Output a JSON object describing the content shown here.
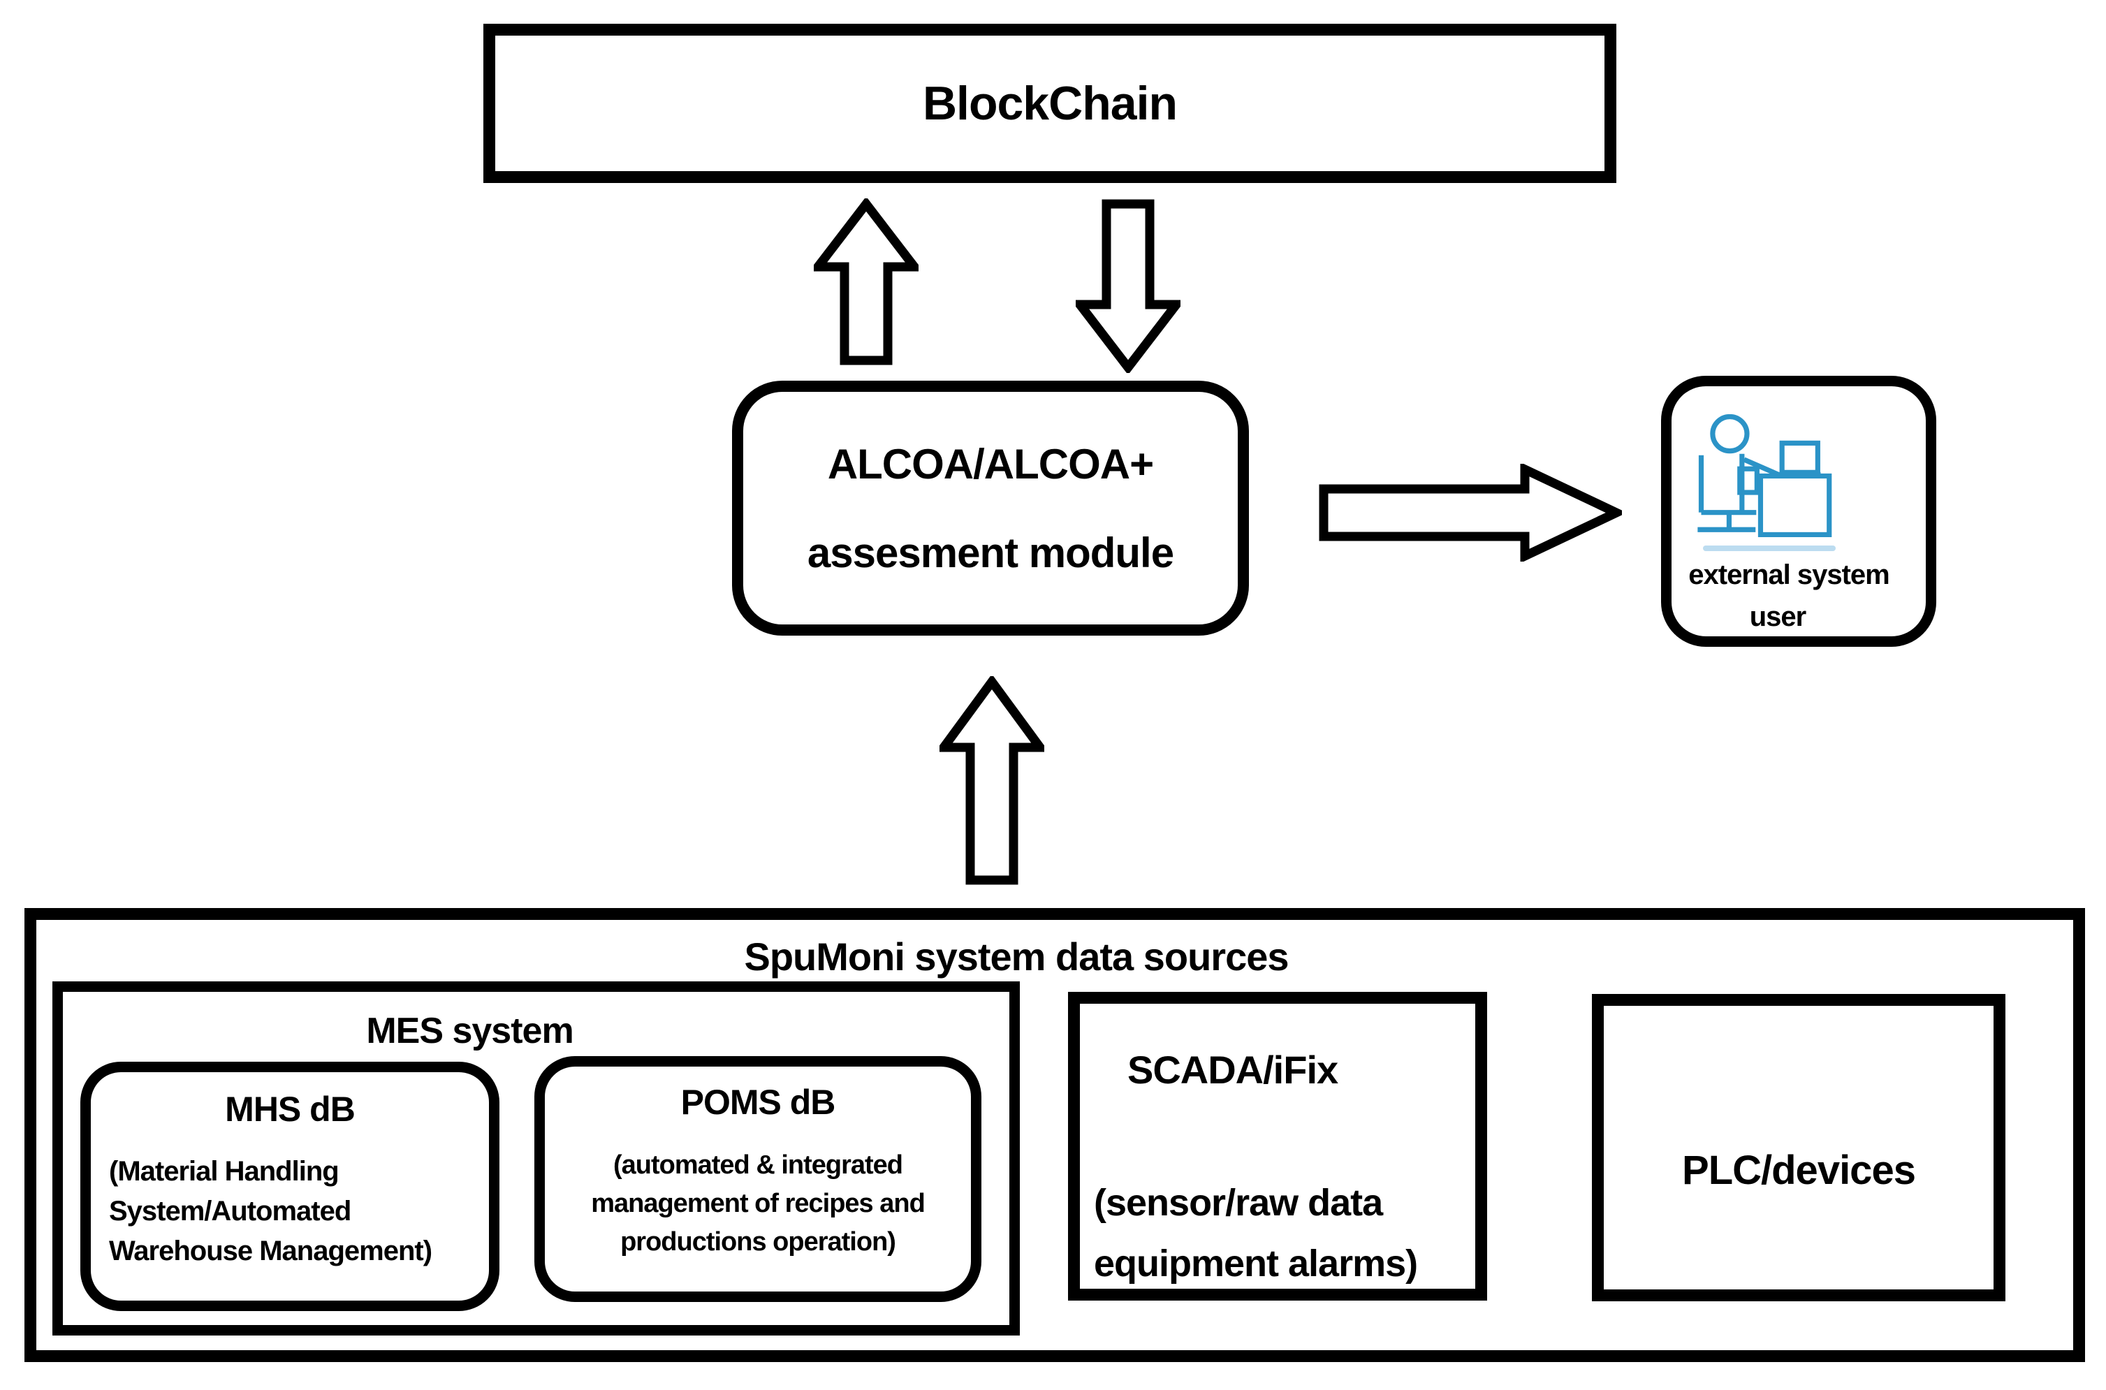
{
  "colors": {
    "line": "#000000",
    "text": "#000000",
    "icon_blue": "#2b93c7",
    "background": "#ffffff"
  },
  "nodes": {
    "blockchain": {
      "label": "BlockChain"
    },
    "alcoa": {
      "line1": "ALCOA/ALCOA+",
      "line2": "assesment module"
    },
    "external_user": {
      "line1": "external system",
      "line2": "user",
      "icon": "person-at-desk-icon"
    },
    "spumoni": {
      "title": "SpuMoni system data sources"
    },
    "mes": {
      "title": "MES system"
    },
    "mhs": {
      "title": "MHS dB",
      "desc": [
        "(Material Handling",
        "System/Automated",
        "Warehouse Management)"
      ]
    },
    "poms": {
      "title": "POMS dB",
      "desc": [
        "(automated & integrated",
        "management of recipes and",
        "productions operation)"
      ]
    },
    "scada": {
      "title": "SCADA/iFix",
      "desc": [
        "(sensor/raw data",
        "equipment alarms)"
      ]
    },
    "plc": {
      "title": "PLC/devices"
    }
  },
  "arrows": {
    "to_blockchain": "up",
    "from_blockchain": "down",
    "to_external_user": "right",
    "to_alcoa": "up"
  }
}
